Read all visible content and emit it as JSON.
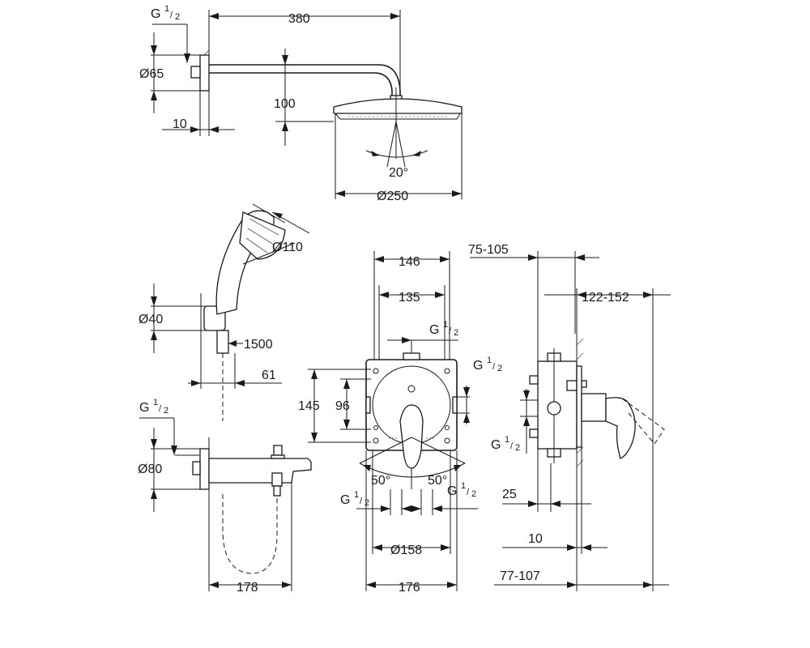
{
  "labels": {
    "head_thread": "G",
    "frac_num": "1",
    "frac_den": "2",
    "arm_length": "380",
    "flange_dia": "Ø65",
    "head_drop": "100",
    "flange_depth": "10",
    "head_tilt": "20°",
    "head_dia": "Ø250",
    "hand_dia": "Ø110",
    "holder_dia": "Ø40",
    "hose_length": "1500",
    "holder_depth": "61",
    "spout_flange_dia": "Ø80",
    "spout_length": "178",
    "box_width": "146",
    "box_inner_width": "135",
    "box_height": "145",
    "box_inner_height": "96",
    "angle_left": "50°",
    "angle_right": "50°",
    "rosette_dia": "Ø158",
    "rosette_width": "176",
    "install_depth": "75-105",
    "projection": "122-152",
    "wall_offset": "25",
    "trim_depth": "10",
    "total_depth": "77-107"
  }
}
